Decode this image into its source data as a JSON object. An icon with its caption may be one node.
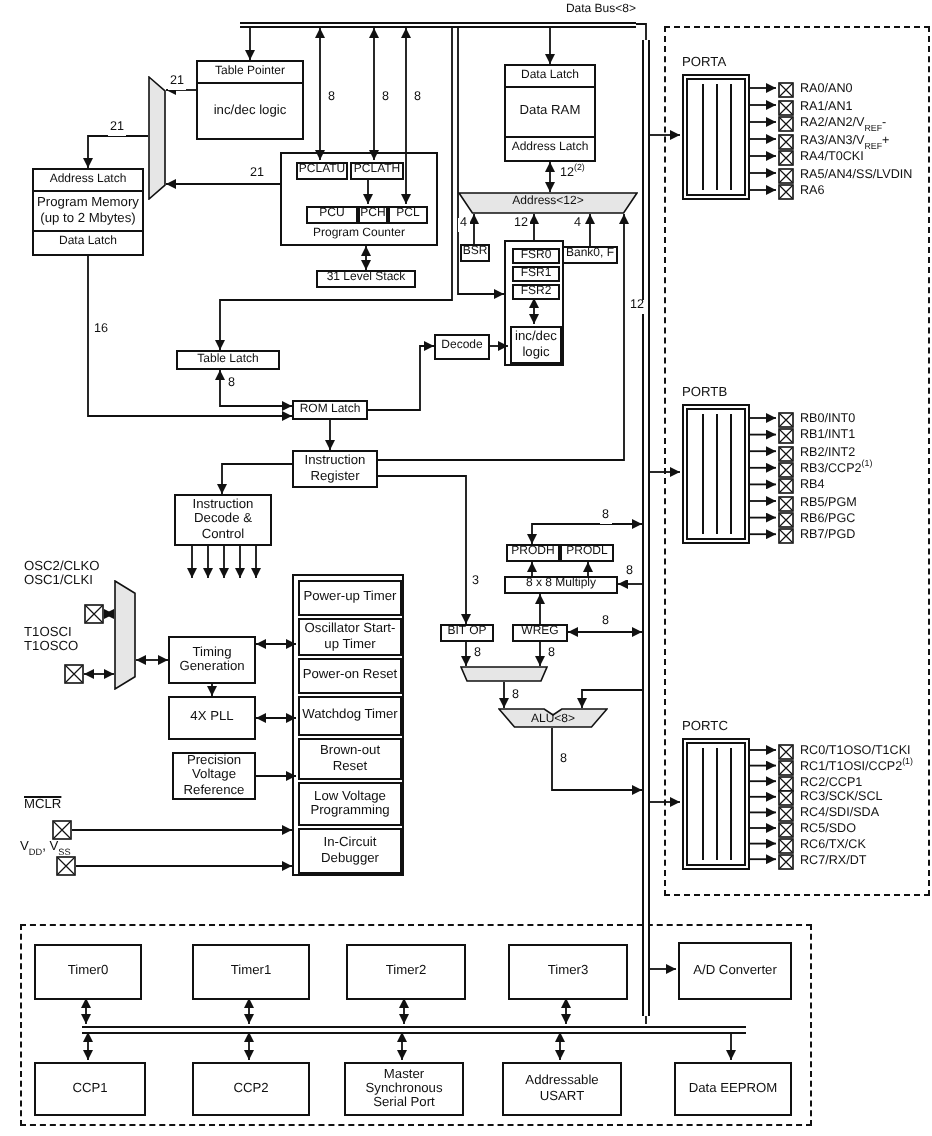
{
  "diagram": {
    "nodes": [
      {
        "text": [
          "Data Bus<8>"
        ]
      },
      {
        "text": [
          "Table Pointer",
          "inc/dec logic"
        ]
      },
      {
        "text": [],
        "shape": "trapezoid"
      },
      {
        "text": [
          "Address Latch",
          "Program Memory (up to 2 Mbytes)",
          "Data Latch"
        ]
      },
      {
        "text": [
          "Program Counter"
        ]
      },
      {
        "text": [
          "PCLATU"
        ],
        "in": 4
      },
      {
        "text": [
          "PCLATH"
        ],
        "in": 4
      },
      {
        "text": [
          "PCU"
        ],
        "in": 4
      },
      {
        "text": [
          "PCH"
        ],
        "in": 4
      },
      {
        "text": [
          "PCL"
        ],
        "in": 4
      },
      {
        "text": [
          "31 Level Stack"
        ]
      },
      {
        "text": [
          "Data Latch",
          "Data RAM",
          "Address Latch"
        ]
      },
      {
        "text": [
          "Address<12>"
        ]
      },
      {
        "text": [
          "BSR"
        ]
      },
      {
        "text": [],
        "shape": "box"
      },
      {
        "text": [
          "FSR0"
        ],
        "in": 14
      },
      {
        "text": [
          "FSR1"
        ],
        "in": 14
      },
      {
        "text": [
          "FSR2"
        ],
        "in": 14
      },
      {
        "text": [
          "inc/dec logic"
        ],
        "in": 14
      },
      {
        "text": [
          "Bank0, F"
        ]
      },
      {
        "text": [
          "Table Latch"
        ]
      },
      {
        "text": [
          "Decode"
        ]
      },
      {
        "text": [
          "ROM Latch"
        ]
      },
      {
        "text": [
          "Instruction Register"
        ]
      },
      {
        "text": [
          "Instruction Decode & Control"
        ]
      },
      {
        "text": [
          "PRODH"
        ]
      },
      {
        "text": [
          "PRODL"
        ]
      },
      {
        "text": [
          "8 x 8 Multiply"
        ]
      },
      {
        "text": [
          "BIT OP"
        ]
      },
      {
        "text": [
          "WREG"
        ]
      },
      {
        "text": [],
        "shape": "trapezoid"
      },
      {
        "text": [
          "ALU<8>"
        ]
      },
      {
        "text": [
          "OSC2/CLKO",
          "OSC1/CLKI"
        ]
      },
      {
        "text": [
          "T1OSCI",
          "T1OSCO"
        ]
      },
      {
        "text": [],
        "shape": "trapezoid"
      },
      {
        "text": [
          "Timing Generation"
        ]
      },
      {
        "text": [
          "4X PLL"
        ]
      },
      {
        "text": [
          "Precision Voltage Reference"
        ]
      },
      {
        "text": [],
        "shape": "box"
      },
      {
        "text": [
          "Power-up Timer"
        ],
        "in": 38
      },
      {
        "text": [
          "Oscillator Start-up Timer"
        ],
        "in": 38
      },
      {
        "text": [
          "Power-on Reset"
        ],
        "in": 38
      },
      {
        "text": [
          "Watchdog Timer"
        ],
        "in": 38
      },
      {
        "text": [
          "Brown-out Reset"
        ],
        "in": 38
      },
      {
        "text": [
          "Low Voltage Programming"
        ],
        "in": 38
      },
      {
        "text": [
          "In-Circuit Debugger"
        ],
        "in": 38
      },
      {
        "text": [
          "MCLR"
        ]
      },
      {
        "text": [
          "V$_{DD}$, V$_{SS}$"
        ]
      },
      {
        "text": [],
        "shape": "box"
      },
      {
        "text": [
          "PORTA"
        ],
        "in": 48
      },
      {
        "text": [
          "RA0/AN0"
        ],
        "in": 48
      },
      {
        "text": [
          "RA1/AN1"
        ],
        "in": 48
      },
      {
        "text": [
          "RA2/AN2/V$_{REF}$-"
        ],
        "in": 48
      },
      {
        "text": [
          "RA3/AN3/V$_{REF}$+"
        ],
        "in": 48
      },
      {
        "text": [
          "RA4/T0CKI"
        ],
        "in": 48
      },
      {
        "text": [
          "RA5/AN4/SS/LVDIN"
        ],
        "in": 48
      },
      {
        "text": [
          "RA6"
        ],
        "in": 48
      },
      {
        "text": [
          "PORTB"
        ],
        "in": 48
      },
      {
        "text": [
          "RB0/INT0"
        ],
        "in": 48
      },
      {
        "text": [
          "RB1/INT1"
        ],
        "in": 48
      },
      {
        "text": [
          "RB2/INT2"
        ],
        "in": 48
      },
      {
        "text": [
          "RB3/CCP2$^{(1)}$"
        ],
        "in": 48
      },
      {
        "text": [
          "RB4"
        ],
        "in": 48
      },
      {
        "text": [
          "RB5/PGM"
        ],
        "in": 48
      },
      {
        "text": [
          "RB6/PGC"
        ],
        "in": 48
      },
      {
        "text": [
          "RB7/PGD"
        ],
        "in": 48
      },
      {
        "text": [
          "PORTC"
        ],
        "in": 48
      },
      {
        "text": [
          "RC0/T1OSO/T1CKI"
        ],
        "in": 48
      },
      {
        "text": [
          "RC1/T1OSI/CCP2$^{(1)}$"
        ],
        "in": 48
      },
      {
        "text": [
          "RC2/CCP1"
        ],
        "in": 48
      },
      {
        "text": [
          "RC3/SCK/SCL"
        ],
        "in": 48
      },
      {
        "text": [
          "RC4/SDI/SDA"
        ],
        "in": 48
      },
      {
        "text": [
          "RC5/SDO"
        ],
        "in": 48
      },
      {
        "text": [
          "RC6/TX/CK"
        ],
        "in": 48
      },
      {
        "text": [
          "RC7/RX/DT"
        ],
        "in": 48
      },
      {
        "text": [],
        "shape": "box"
      },
      {
        "text": [
          "Timer0"
        ],
        "in": 75
      },
      {
        "text": [
          "Timer1"
        ],
        "in": 75
      },
      {
        "text": [
          "Timer2"
        ],
        "in": 75
      },
      {
        "text": [
          "Timer3"
        ],
        "in": 75
      },
      {
        "text": [
          "A/D Converter"
        ],
        "in": 75
      },
      {
        "text": [
          "CCP1"
        ],
        "in": 75
      },
      {
        "text": [
          "CCP2"
        ],
        "in": 75
      },
      {
        "text": [
          "Master Synchronous Serial Port"
        ],
        "in": 75
      },
      {
        "text": [
          "Addressable USART"
        ],
        "in": 75
      },
      {
        "text": [
          "Data EEPROM"
        ],
        "in": 75
      },
      {
        "text": [],
        "shape": "bar"
      },
      {
        "text": [],
        "shape": "bar",
        "in": 75
      }
    ],
    "edges": [
      {
        "from": 0,
        "to": 1,
        "arrow": "to"
      },
      {
        "from": 1,
        "to": 2,
        "arrow": "to",
        "label": "21"
      },
      {
        "from": 4,
        "to": 2,
        "arrow": "to",
        "label": "21"
      },
      {
        "from": 2,
        "to": 3,
        "arrow": "to",
        "label": "21"
      },
      {
        "from": 0,
        "to": 5,
        "arrow": "both",
        "label": "8"
      },
      {
        "from": 0,
        "to": 6,
        "arrow": "both",
        "label": "8"
      },
      {
        "from": 0,
        "to": 9,
        "arrow": "both",
        "label": "8"
      },
      {
        "from": 6,
        "to": 8,
        "arrow": "to"
      },
      {
        "from": 4,
        "to": 10,
        "arrow": "both"
      },
      {
        "from": 0,
        "to": 11,
        "arrow": "to"
      },
      {
        "from": 12,
        "to": 11,
        "arrow": "both",
        "label": "12$^{(2)}$"
      },
      {
        "from": 13,
        "to": 12,
        "arrow": "to",
        "label": "4"
      },
      {
        "from": 14,
        "to": 12,
        "arrow": "to",
        "label": "12"
      },
      {
        "from": 19,
        "to": 12,
        "arrow": "to",
        "label": "4"
      },
      {
        "from": 23,
        "to": 12,
        "arrow": "to",
        "label": "12"
      },
      {
        "from": 17,
        "to": 18,
        "arrow": "both"
      },
      {
        "from": 21,
        "to": 18,
        "arrow": "to"
      },
      {
        "from": 0,
        "to": 20,
        "arrow": "to"
      },
      {
        "from": 20,
        "to": 22,
        "arrow": "both",
        "label": "8"
      },
      {
        "from": 3,
        "to": 22,
        "arrow": "to",
        "label": "16"
      },
      {
        "from": 22,
        "to": 21,
        "arrow": "to"
      },
      {
        "from": 22,
        "to": 23,
        "arrow": "to"
      },
      {
        "from": 23,
        "to": 24,
        "arrow": "to"
      },
      {
        "from": 23,
        "to": 28,
        "arrow": "to",
        "label": "3"
      },
      {
        "from": 24,
        "to": null,
        "arrow": "to"
      },
      {
        "from": 24,
        "to": null,
        "arrow": "to"
      },
      {
        "from": 24,
        "to": null,
        "arrow": "to"
      },
      {
        "from": 24,
        "to": null,
        "arrow": "to"
      },
      {
        "from": 24,
        "to": null,
        "arrow": "to"
      },
      {
        "from": 86,
        "to": 25,
        "arrow": "both",
        "label": "8"
      },
      {
        "from": 27,
        "to": 25,
        "arrow": "to"
      },
      {
        "from": 27,
        "to": 26,
        "arrow": "to"
      },
      {
        "from": 86,
        "to": 27,
        "arrow": "to",
        "label": "8"
      },
      {
        "from": 29,
        "to": 27,
        "arrow": "to"
      },
      {
        "from": 86,
        "to": 29,
        "arrow": "both",
        "label": "8"
      },
      {
        "from": 28,
        "to": 30,
        "arrow": "to",
        "label": "8"
      },
      {
        "from": 29,
        "to": 30,
        "arrow": "to",
        "label": "8"
      },
      {
        "from": 30,
        "to": 31,
        "arrow": "to",
        "label": "8"
      },
      {
        "from": 86,
        "to": 31,
        "arrow": "to"
      },
      {
        "from": 31,
        "to": 86,
        "arrow": "to",
        "label": "8"
      },
      {
        "from": 32,
        "to": 34,
        "arrow": "both"
      },
      {
        "from": 33,
        "to": 34,
        "arrow": "both"
      },
      {
        "from": 34,
        "to": 35,
        "arrow": "both"
      },
      {
        "from": 35,
        "to": 40,
        "arrow": "both"
      },
      {
        "from": 35,
        "to": 36,
        "arrow": "to"
      },
      {
        "from": 36,
        "to": 42,
        "arrow": "both"
      },
      {
        "from": 37,
        "to": 43,
        "arrow": "to"
      },
      {
        "from": 46,
        "to": 38,
        "arrow": "to"
      },
      {
        "from": 47,
        "to": 38,
        "arrow": "to"
      },
      {
        "from": 86,
        "to": 49,
        "arrow": "to"
      },
      {
        "from": 86,
        "to": 57,
        "arrow": "to"
      },
      {
        "from": 86,
        "to": 66,
        "arrow": "to"
      },
      {
        "from": 49,
        "to": 50,
        "arrow": "to"
      },
      {
        "from": 49,
        "to": 51,
        "arrow": "to"
      },
      {
        "from": 49,
        "to": 52,
        "arrow": "to"
      },
      {
        "from": 49,
        "to": 53,
        "arrow": "to"
      },
      {
        "from": 49,
        "to": 54,
        "arrow": "to"
      },
      {
        "from": 49,
        "to": 55,
        "arrow": "to"
      },
      {
        "from": 49,
        "to": 56,
        "arrow": "to"
      },
      {
        "from": 57,
        "to": 58,
        "arrow": "to"
      },
      {
        "from": 57,
        "to": 59,
        "arrow": "to"
      },
      {
        "from": 57,
        "to": 60,
        "arrow": "to"
      },
      {
        "from": 57,
        "to": 61,
        "arrow": "to"
      },
      {
        "from": 57,
        "to": 62,
        "arrow": "to"
      },
      {
        "from": 57,
        "to": 63,
        "arrow": "to"
      },
      {
        "from": 57,
        "to": 64,
        "arrow": "to"
      },
      {
        "from": 57,
        "to": 65,
        "arrow": "to"
      },
      {
        "from": 66,
        "to": 67,
        "arrow": "to"
      },
      {
        "from": 66,
        "to": 68,
        "arrow": "to"
      },
      {
        "from": 66,
        "to": 69,
        "arrow": "to"
      },
      {
        "from": 66,
        "to": 70,
        "arrow": "to"
      },
      {
        "from": 66,
        "to": 71,
        "arrow": "to"
      },
      {
        "from": 66,
        "to": 72,
        "arrow": "to"
      },
      {
        "from": 66,
        "to": 73,
        "arrow": "to"
      },
      {
        "from": 66,
        "to": 74,
        "arrow": "to"
      },
      {
        "from": 86,
        "to": 80,
        "arrow": "to"
      },
      {
        "from": 87,
        "to": 76,
        "arrow": "both"
      },
      {
        "from": 87,
        "to": 77,
        "arrow": "both"
      },
      {
        "from": 87,
        "to": 78,
        "arrow": "both"
      },
      {
        "from": 87,
        "to": 79,
        "arrow": "both"
      },
      {
        "from": 87,
        "to": 81,
        "arrow": "both"
      },
      {
        "from": 87,
        "to": 82,
        "arrow": "both"
      },
      {
        "from": 87,
        "to": 83,
        "arrow": "both"
      },
      {
        "from": 87,
        "to": 84,
        "arrow": "both"
      },
      {
        "from": 87,
        "to": 85,
        "arrow": "to"
      },
      {
        "from": 0,
        "to": 14,
        "arrow": "to"
      },
      {
        "from": 0,
        "to": 86,
        "arrow": "none"
      },
      {
        "from": 86,
        "to": 87,
        "arrow": "none"
      }
    ]
  }
}
